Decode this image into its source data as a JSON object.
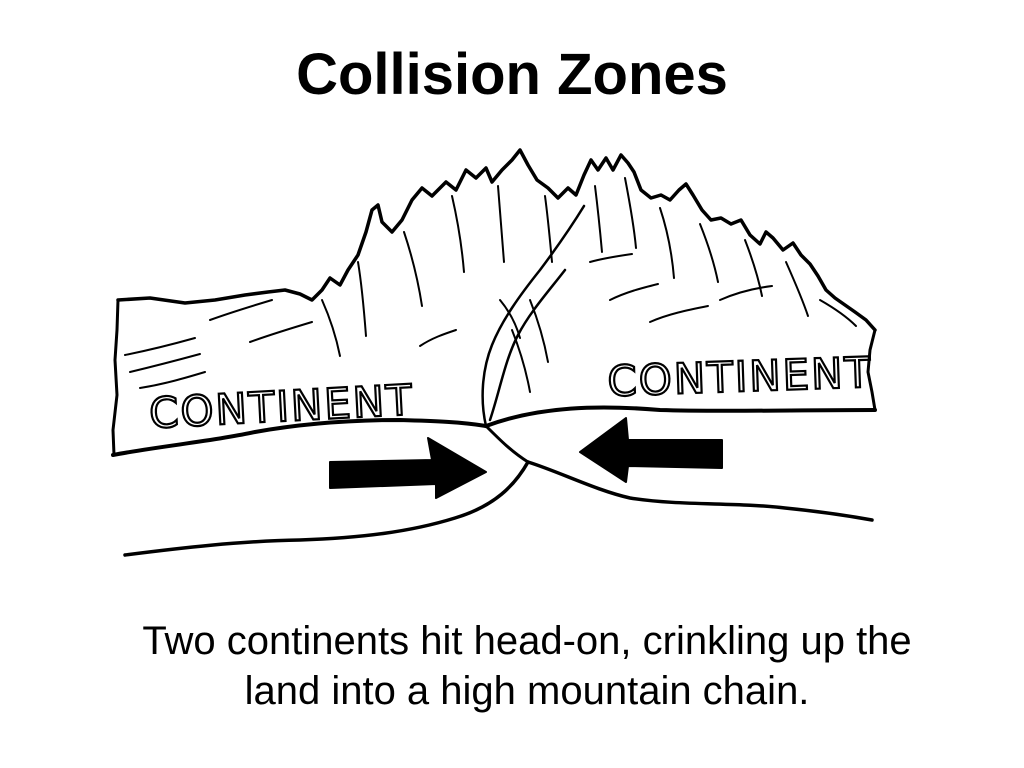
{
  "slide": {
    "title": "Collision Zones",
    "caption_line1": "Two continents hit head-on, crinkling up the",
    "caption_line2": "land into a high mountain chain."
  },
  "diagram": {
    "left_label": "CONTINENT",
    "right_label": "CONTINENT",
    "left_arrow_direction": "right",
    "right_arrow_direction": "left"
  }
}
